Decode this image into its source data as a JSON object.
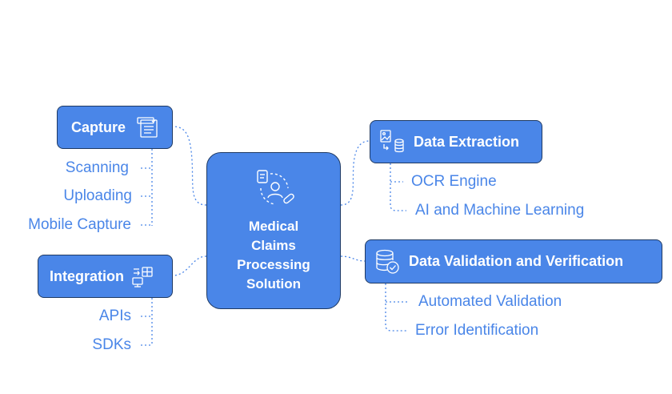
{
  "center": {
    "title": "Medical\nClaims\nProcessing\nSolution",
    "icon": "medical-claims-icon"
  },
  "branches": {
    "capture": {
      "label": "Capture",
      "icon": "checklist-document-icon",
      "items": [
        "Scanning",
        "Uploading",
        "Mobile Capture"
      ]
    },
    "integration": {
      "label": "Integration",
      "icon": "integration-devices-icon",
      "items": [
        "APIs",
        "SDKs"
      ]
    },
    "data_extraction": {
      "label": "Data Extraction",
      "icon": "image-to-database-icon",
      "items": [
        "OCR Engine",
        "AI and Machine Learning"
      ]
    },
    "data_validation": {
      "label": "Data Validation and Verification",
      "icon": "database-check-icon",
      "items": [
        "Automated Validation",
        "Error Identification"
      ]
    }
  },
  "colors": {
    "node_fill": "#4a86e8",
    "node_border": "#1f3a63",
    "leaf_text": "#4a86e8",
    "connector": "#4a86e8"
  }
}
